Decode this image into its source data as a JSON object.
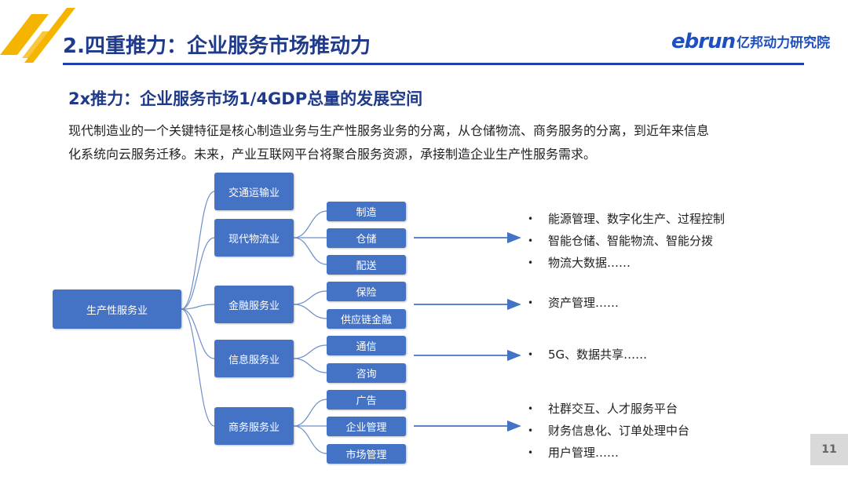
{
  "header": {
    "title": "2.四重推力：企业服务市场推动力",
    "logo_en": "ebrun",
    "logo_cn": "亿邦动力研究院"
  },
  "subtitle": "2x推力：企业服务市场1/4GDP总量的发展空间",
  "body_lines": [
    "现代制造业的一个关键特征是核心制造业务与生产性服务业务的分离，从仓储物流、商务服务的分离，到近年来信息",
    "化系统向云服务迁移。未来，产业互联网平台将聚合服务资源，承接制造企业生产性服务需求。"
  ],
  "diagram": {
    "root": "生产性服务业",
    "level1": [
      "交通运输业",
      "现代物流业",
      "金融服务业",
      "信息服务业",
      "商务服务业"
    ],
    "level2": [
      [
        "制造",
        "仓储",
        "配送"
      ],
      [
        "保险",
        "供应链金融"
      ],
      [
        "通信",
        "咨询"
      ],
      [
        "广告",
        "企业管理",
        "市场管理"
      ]
    ],
    "bullet_marker": "•",
    "bullet_groups": [
      [
        "能源管理、数字化生产、过程控制",
        "智能仓储、智能物流、智能分拨",
        "物流大数据……"
      ],
      [
        "资产管理……"
      ],
      [
        "5G、数据共享……"
      ],
      [
        "社群交互、人才服务平台",
        "财务信息化、订单处理中台",
        "用户管理……"
      ]
    ]
  },
  "colors": {
    "box_fill": "#4472c4",
    "title": "#1f3a8a",
    "accent_yellow": "#f5b400",
    "rule_blue": "#1f3fb0",
    "connector": "#6f8fc9"
  },
  "page_number": "11"
}
